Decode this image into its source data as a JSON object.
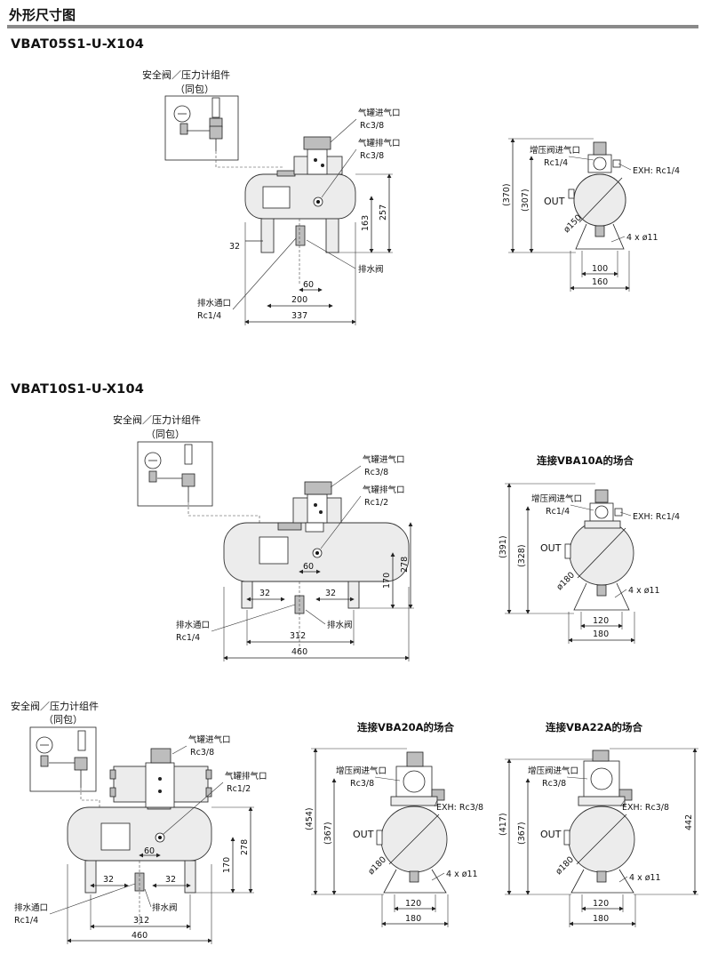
{
  "page_title": "外形尺寸图",
  "models": [
    "VBAT05S1-U-X104",
    "VBAT10S1-U-X104"
  ],
  "labels": {
    "safety_kit": "安全阀／压力计组件",
    "included": "（同包）",
    "tank_in": "气罐进气口",
    "tank_out": "气罐排气口",
    "boost_in": "增压阀进气口",
    "drain_port": "排水通口",
    "drain_valve": "排水阀",
    "out": "OUT",
    "exh_rc14": "EXH: Rc1/4",
    "exh_rc38": "EXH: Rc3/8",
    "rc38": "Rc3/8",
    "rc14": "Rc1/4",
    "rc12": "Rc1/2",
    "holes": "4 x ø11"
  },
  "sections": [
    {
      "front": {
        "d32": "32",
        "d60": "60",
        "d200": "200",
        "d337": "337",
        "d163": "163",
        "d257": "257",
        "tank_out_port": "Rc3/8"
      },
      "side": {
        "caption": "",
        "h1": "(370)",
        "h2": "(307)",
        "dia": "ø150",
        "w1": "100",
        "w2": "160",
        "exh": "EXH: Rc1/4",
        "boost_port": "Rc1/4"
      }
    },
    {
      "front": {
        "d32a": "32",
        "d32b": "32",
        "d60": "60",
        "d312": "312",
        "d460": "460",
        "d170": "170",
        "d278": "278",
        "tank_out_port": "Rc1/2"
      },
      "side": {
        "caption": "连接VBA10A的场合",
        "h1": "(391)",
        "h2": "(328)",
        "dia": "ø180",
        "w1": "120",
        "w2": "180",
        "exh": "EXH: Rc1/4",
        "boost_port": "Rc1/4"
      }
    },
    {
      "front": {
        "d32a": "32",
        "d32b": "32",
        "d60": "60",
        "d312": "312",
        "d460": "460",
        "d170": "170",
        "d278": "278",
        "tank_out_port": "Rc1/2"
      },
      "side_a": {
        "caption": "连接VBA20A的场合",
        "h1": "(454)",
        "h2": "(367)",
        "dia": "ø180",
        "w1": "120",
        "w2": "180",
        "exh": "EXH: Rc3/8",
        "boost_port": "Rc3/8"
      },
      "side_b": {
        "caption": "连接VBA22A的场合",
        "h1": "(417)",
        "h2": "(367)",
        "h3": "442",
        "dia": "ø180",
        "w1": "120",
        "w2": "180",
        "exh": "EXH: Rc3/8",
        "boost_port": "Rc3/8"
      }
    }
  ]
}
